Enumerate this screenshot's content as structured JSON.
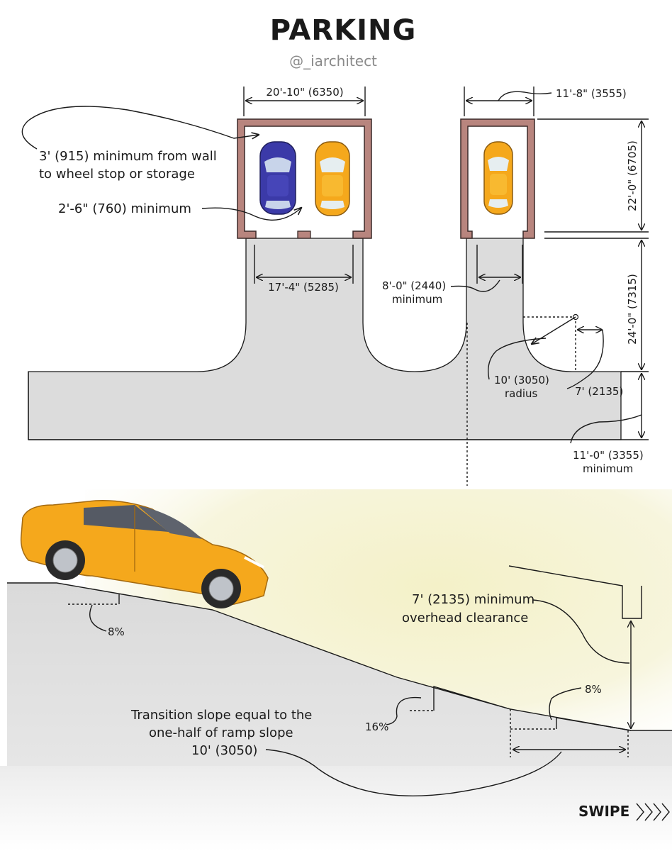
{
  "title": "PARKING",
  "handle": "@_iarchitect",
  "colors": {
    "wall": "#b8857e",
    "wall_stroke": "#3a2a28",
    "pavement": "#dcdcdc",
    "car_blue": "#3b3aa8",
    "car_yellow": "#f5a81c",
    "glow": "#f3f0c6"
  },
  "plan": {
    "double_width": "20'-10\" (6350)",
    "single_width": "11'-8\" (3555)",
    "depth": "22'-0\" (6705)",
    "wall_clearance_line1": "3' (915) minimum from wall",
    "wall_clearance_line2": "to wheel stop or storage",
    "side_clearance": "2'-6\" (760) minimum",
    "double_opening": "17'-4\" (5285)",
    "single_opening_line1": "8'-0\" (2440)",
    "single_opening_line2": "minimum",
    "driveway_length": "24'-0\" (7315)",
    "radius_line1": "10' (3050)",
    "radius_line2": "radius",
    "radius_offset": "7' (2135)",
    "street_width_line1": "11'-0\" (3355)",
    "street_width_line2": "minimum"
  },
  "section": {
    "top_slope": "8%",
    "mid_slope": "16%",
    "bottom_slope": "8%",
    "clearance_line1": "7' (2135) minimum",
    "clearance_line2": "overhead clearance",
    "transition_line1": "Transition slope equal to the",
    "transition_line2": "one-half of ramp slope",
    "transition_line3": "10' (3050)"
  },
  "swipe": "SWIPE",
  "icons": [
    "chevron-right-icon"
  ]
}
